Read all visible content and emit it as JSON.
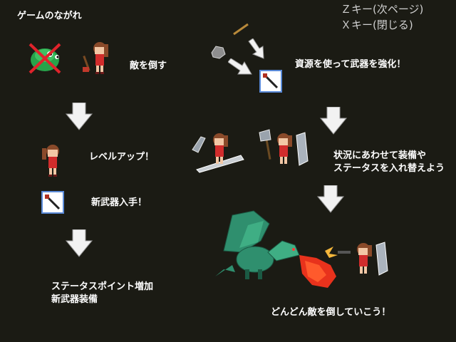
{
  "title": "ゲームのながれ",
  "key_hints": {
    "next": "Ｚキー(次ページ)",
    "close": "Ｘキー(閉じる)"
  },
  "steps": {
    "defeat": "敵を倒す",
    "levelup": "レベルアップ！",
    "weapon": "新武器入手！",
    "status": "ステータスポイント増加",
    "equip": "新武器装備",
    "resource": "資源を使って武器を強化！",
    "swap_line1": "状況にあわせて装備や",
    "swap_line2": "ステータスを入れ替えよう",
    "finale": "どんどん敵を倒していこう！"
  },
  "colors": {
    "background": "#1b1b14",
    "text": "#ffffff",
    "hint": "#cfcfcf",
    "arrow": "#f2f2f2",
    "cross": "#e0232b",
    "slime": "#27a34a",
    "dragon": "#2f8f6e",
    "fire": "#e8321c"
  }
}
